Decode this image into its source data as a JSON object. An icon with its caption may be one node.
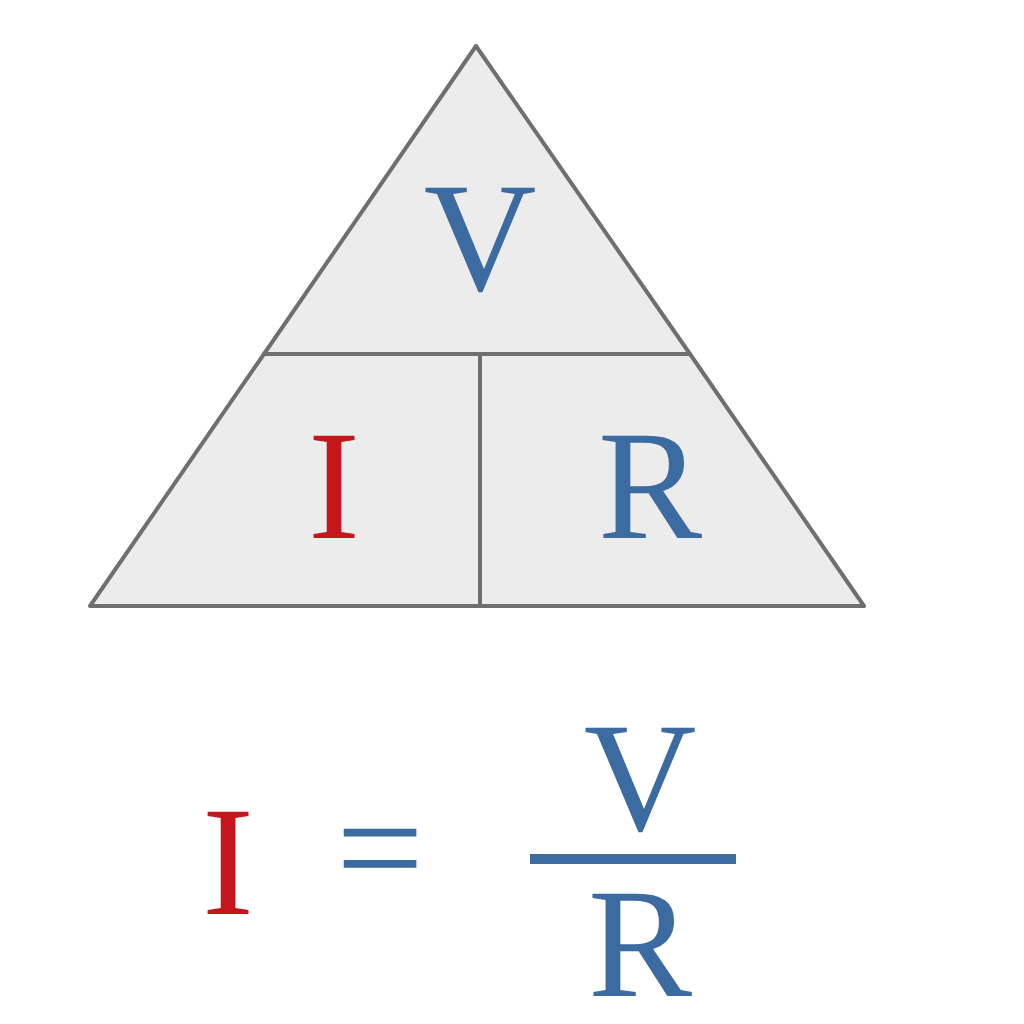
{
  "diagram": {
    "nodes": [
      {
        "text": [
          "V"
        ]
      },
      {
        "text": [
          "I"
        ]
      },
      {
        "text": [
          "R"
        ]
      }
    ],
    "labels": [
      "I",
      "=",
      "V",
      "R"
    ]
  }
}
